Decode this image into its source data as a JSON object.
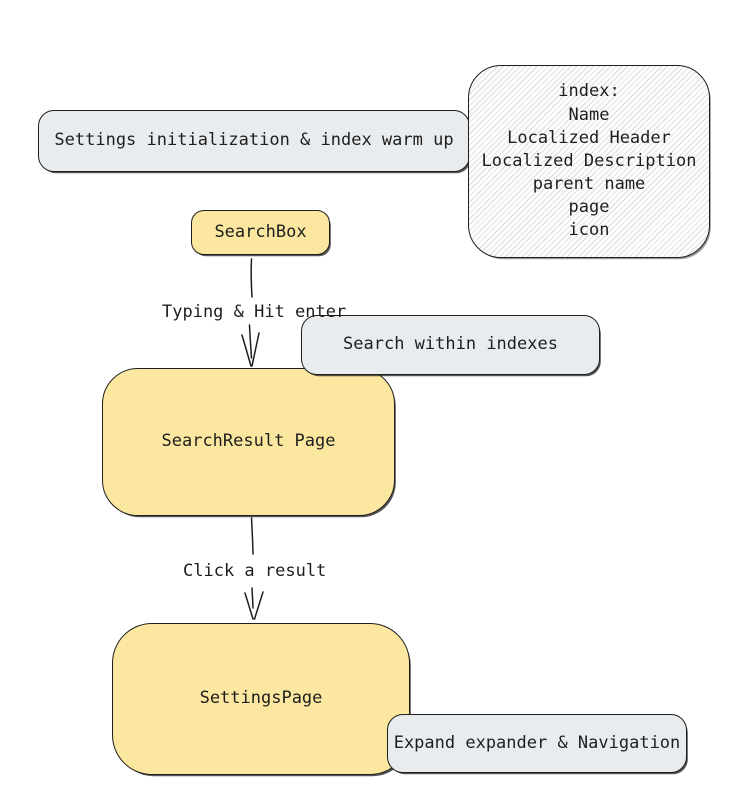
{
  "colors": {
    "background": "#ffffff",
    "stroke": "#1e1e1e",
    "node_yellow": "#fbe7a0",
    "node_gray": "#e9ecef",
    "hatch_line": "#dcdcdc"
  },
  "diagram": {
    "init_note": {
      "label": "Settings initialization & index warm up"
    },
    "index_note": {
      "lines": [
        "index:",
        "Name",
        "Localized Header",
        "Localized Description",
        "parent name",
        "page",
        "icon"
      ]
    },
    "search_box": {
      "label": "SearchBox"
    },
    "typing_label": {
      "label": "Typing & Hit enter"
    },
    "search_within": {
      "label": "Search within indexes"
    },
    "search_result": {
      "label": "SearchResult Page"
    },
    "click_label": {
      "label": "Click a result"
    },
    "settings_page": {
      "label": "SettingsPage"
    },
    "expand_note": {
      "label": "Expand expander & Navigation"
    }
  }
}
